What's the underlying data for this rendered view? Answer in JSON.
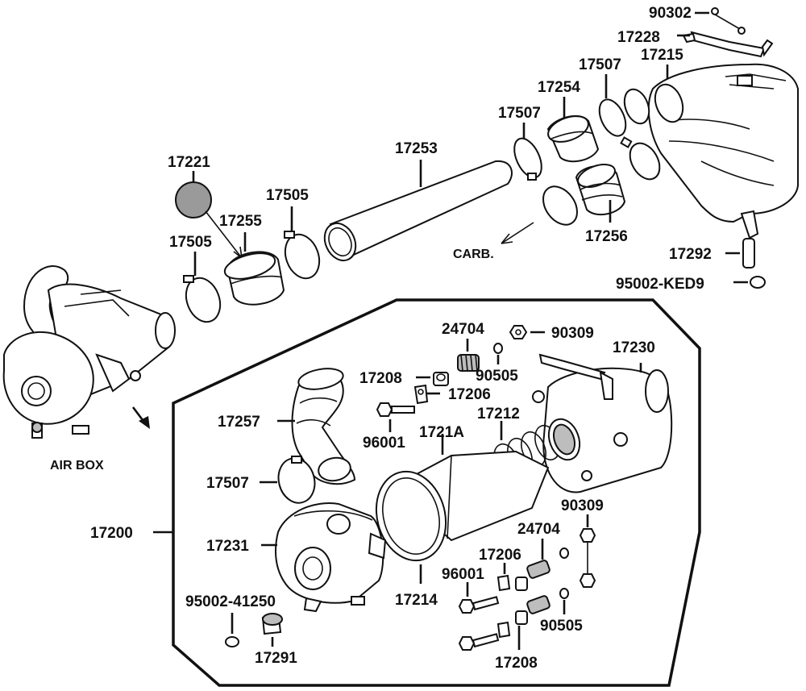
{
  "parts": {
    "p90302": "90302",
    "p17228": "17228",
    "p17507a": "17507",
    "p17215": "17215",
    "p17254": "17254",
    "p17507b": "17507",
    "p17253": "17253",
    "p17221": "17221",
    "p17505a": "17505",
    "p17255": "17255",
    "p17505b": "17505",
    "p17256": "17256",
    "p17292": "17292",
    "p95002ked9": "95002-KED9",
    "p24704a": "24704",
    "p90309a": "90309",
    "p17230": "17230",
    "p17208a": "17208",
    "p90505a": "90505",
    "p17206a": "17206",
    "p17212": "17212",
    "p17257": "17257",
    "p96001a": "96001",
    "p1721A": "1721A",
    "p17507c": "17507",
    "p17200": "17200",
    "p90309b": "90309",
    "p24704b": "24704",
    "p17231": "17231",
    "p17206b": "17206",
    "p96001b": "96001",
    "p17214": "17214",
    "p95002_41250": "95002-41250",
    "p90505b": "90505",
    "p17291": "17291",
    "p17208b": "17208"
  },
  "labels": {
    "carb": "CARB.",
    "airbox": "AIR BOX"
  }
}
